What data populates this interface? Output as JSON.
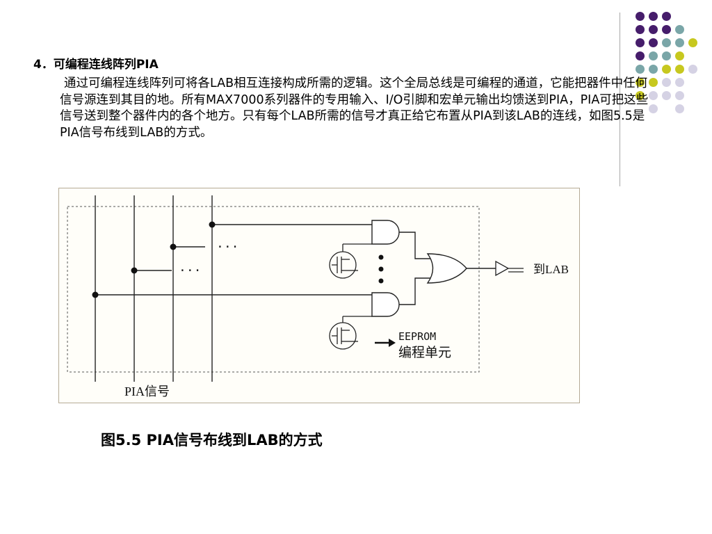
{
  "slide": {
    "heading": "4．可编程连线阵列PIA",
    "paragraph": "通过可编程连线阵列可将各LAB相互连接构成所需的逻辑。这个全局总线是可编程的通道，它能把器件中任何信号源连到其目的地。所有MAX7000系列器件的专用输入、I/O引脚和宏单元输出均馈送到PIA，PIA可把这些信号送到整个器件内的各个地方。只有每个LAB所需的信号才真正给它布置从PIA到该LAB的连线，如图5.5是PIA信号布线到LAB的方式。",
    "caption": "图5.5 PIA信号布线到LAB的方式"
  },
  "figure": {
    "ellipsis_1": "···",
    "ellipsis_2": "···",
    "output_label": "到LAB",
    "eeprom_label_1": "EEPROM",
    "eeprom_label_2": "编程单元",
    "pia_label": "PIA信号"
  },
  "colors": {
    "dark_purple": "#461d6b",
    "teal": "#7aa6a8",
    "olive_yellow": "#c7c81f",
    "light_lavender": "#d5d2e4"
  }
}
